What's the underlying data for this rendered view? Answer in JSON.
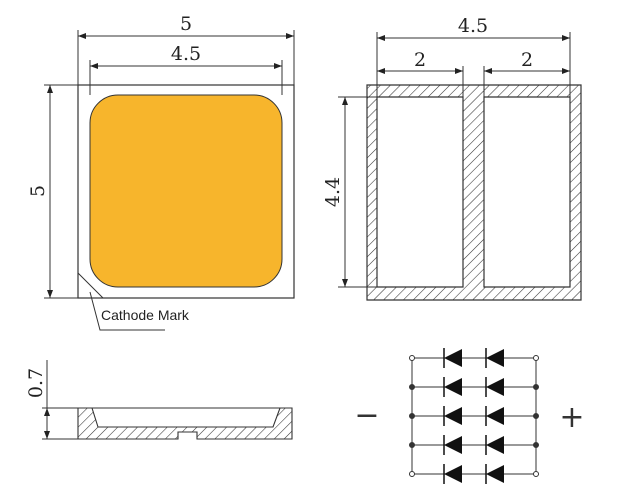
{
  "top_view": {
    "width_label": "5",
    "inner_width_label": "4.5",
    "height_label": "5",
    "cathode_label": "Cathode Mark",
    "emitter_color": "#F7B52C"
  },
  "bottom_view": {
    "width_label": "4.5",
    "pad_left_label": "2",
    "pad_right_label": "2",
    "height_label": "4.4"
  },
  "side_view": {
    "thickness_label": "0.7"
  },
  "circuit": {
    "minus_label": "−",
    "plus_label": "+",
    "rows": 5,
    "diodes_per_row": 2
  }
}
